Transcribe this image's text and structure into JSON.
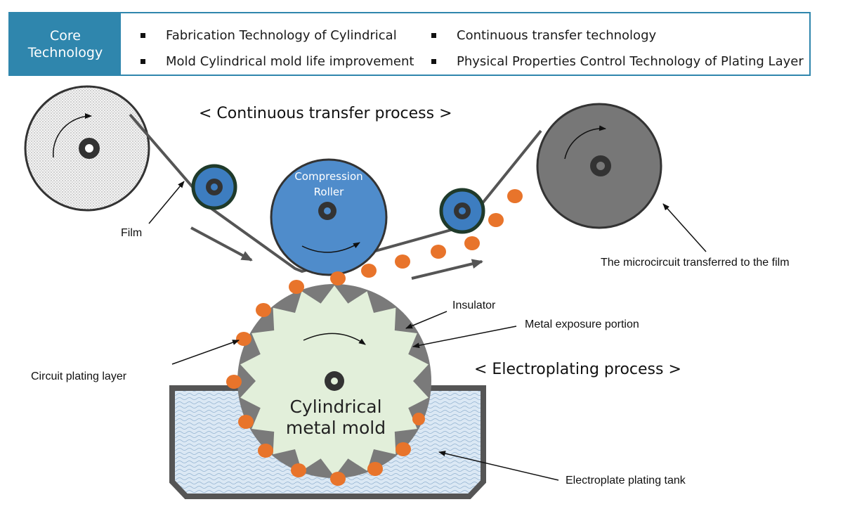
{
  "core": {
    "label_line1": "Core",
    "label_line2": "Technology",
    "items": [
      "Fabrication Technology of Cylindrical",
      "Continuous transfer technology",
      "Mold Cylindrical mold life improvement",
      "Physical Properties Control Technology of Plating Layer"
    ]
  },
  "diagram": {
    "continuous_title": "< Continuous transfer process >",
    "electroplating_title": "< Electroplating process >",
    "compression_line1": "Compression",
    "compression_line2": "Roller",
    "mold_line1": "Cylindrical",
    "mold_line2": "metal mold",
    "film": "Film",
    "microcircuit": "The microcircuit transferred to the film",
    "insulator": "Insulator",
    "metal_exposure": "Metal exposure portion",
    "circuit_plating": "Circuit plating layer",
    "tank": "Electroplate plating tank"
  },
  "colors": {
    "accent_blue": "#2f86ad",
    "roller_blue": "#4f8ccb",
    "dark_gray": "#555555",
    "plating_orange": "#e8742b",
    "mold_green": "#e2efda",
    "tank_water": "#d9e7f3"
  }
}
